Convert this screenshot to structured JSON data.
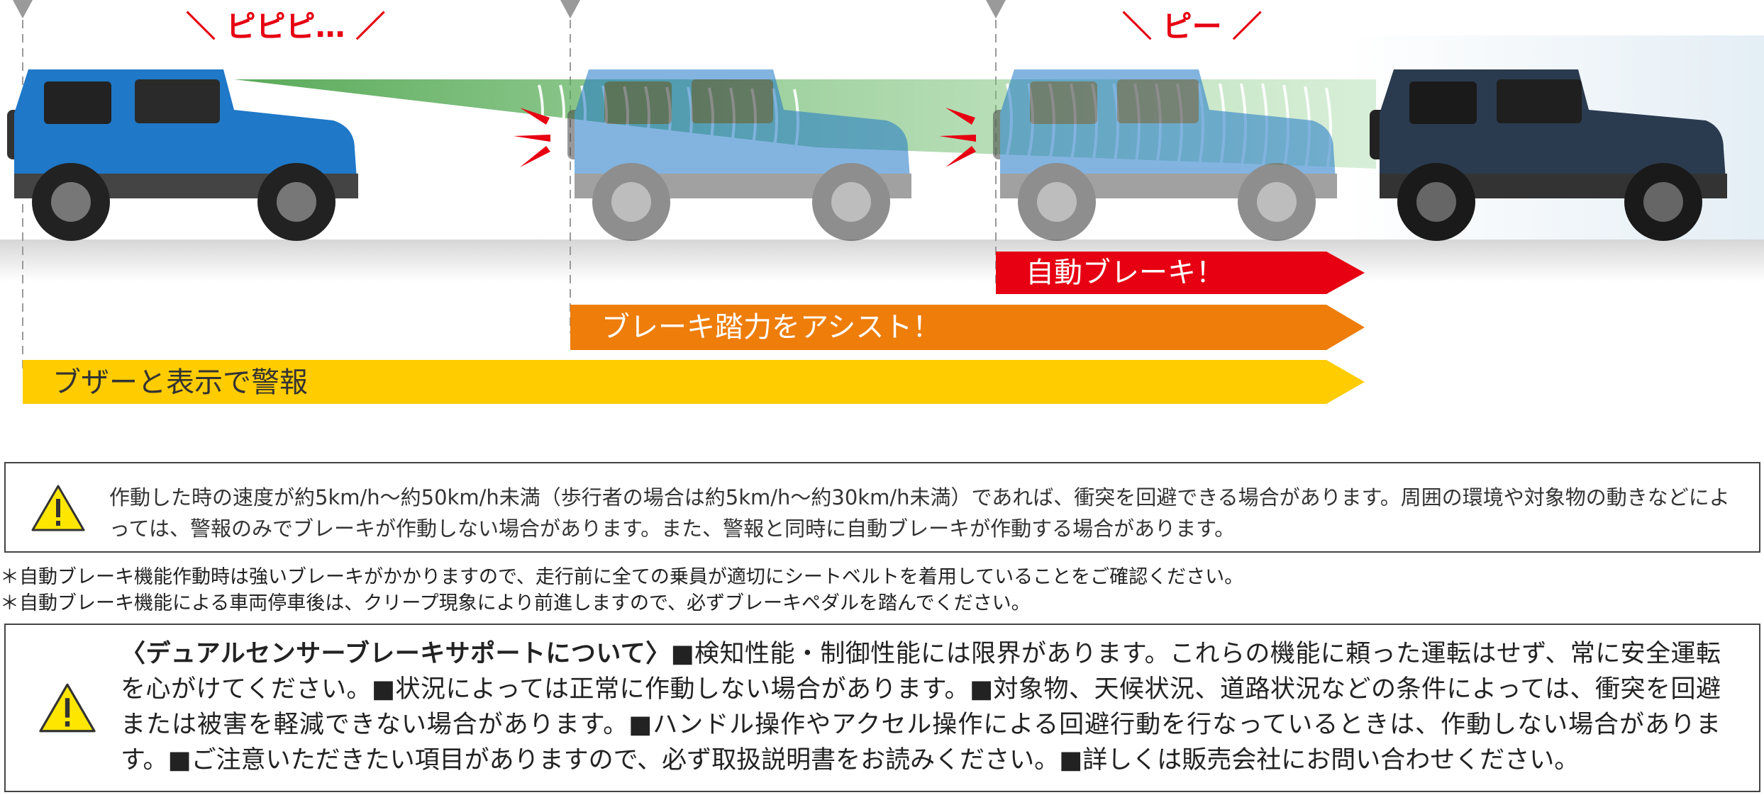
{
  "diagram": {
    "sounds": [
      "＼ ピピピ… ／",
      "＼ ピー ／"
    ],
    "stages": [
      {
        "label": "自動ブレーキ！",
        "color": "#e60012"
      },
      {
        "label": "ブレーキ踏力をアシスト！",
        "color": "#ee7d0a"
      },
      {
        "label": "ブザーと表示で警報",
        "color": "#ffcc00"
      }
    ],
    "car_colors": {
      "primary": "#1f78c8",
      "target": "#2b3b4f",
      "beam": "#5cb85c"
    }
  },
  "notice1": {
    "icon": "warning-icon",
    "text": "作動した時の速度が約5km/h〜約50km/h未満（歩行者の場合は約5km/h〜約30km/h未満）であれば、衝突を回避できる場合があります。周囲の環境や対象物の動きなどによっては、警報のみでブレーキが作動しない場合があります。また、警報と同時に自動ブレーキが作動する場合があります。"
  },
  "footnotes": [
    "＊自動ブレーキ機能作動時は強いブレーキがかかりますので、走行前に全ての乗員が適切にシートベルトを着用していることをご確認ください。",
    "＊自動ブレーキ機能による車両停車後は、クリープ現象により前進しますので、必ずブレーキペダルを踏んでください。"
  ],
  "notice2": {
    "icon": "warning-icon",
    "title": "〈デュアルセンサーブレーキサポートについて〉",
    "text": "■検知性能・制御性能には限界があります。これらの機能に頼った運転はせず、常に安全運転を心がけてください。■状況によっては正常に作動しない場合があります。■対象物、天候状況、道路状況などの条件によっては、衝突を回避または被害を軽減できない場合があります。■ハンドル操作やアクセル操作による回避行動を行なっているときは、作動しない場合があります。■ご注意いただきたい項目がありますので、必ず取扱説明書をお読みください。■詳しくは販売会社にお問い合わせください。"
  }
}
